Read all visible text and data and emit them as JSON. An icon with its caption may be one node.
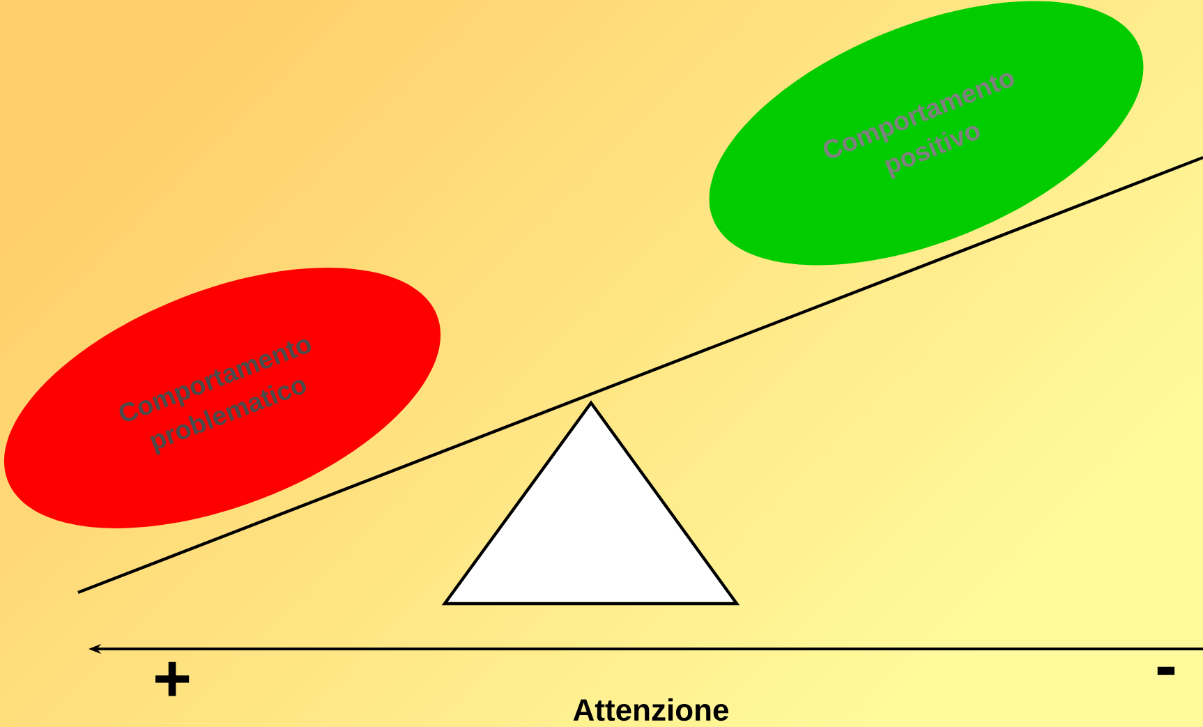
{
  "diagram": {
    "nodes": [
      {
        "text": [
          "Comportamento problematico"
        ]
      },
      {
        "text": [
          "Comportamento positivo"
        ]
      }
    ],
    "labels": [
      "+",
      "-",
      "Attenzione"
    ]
  }
}
